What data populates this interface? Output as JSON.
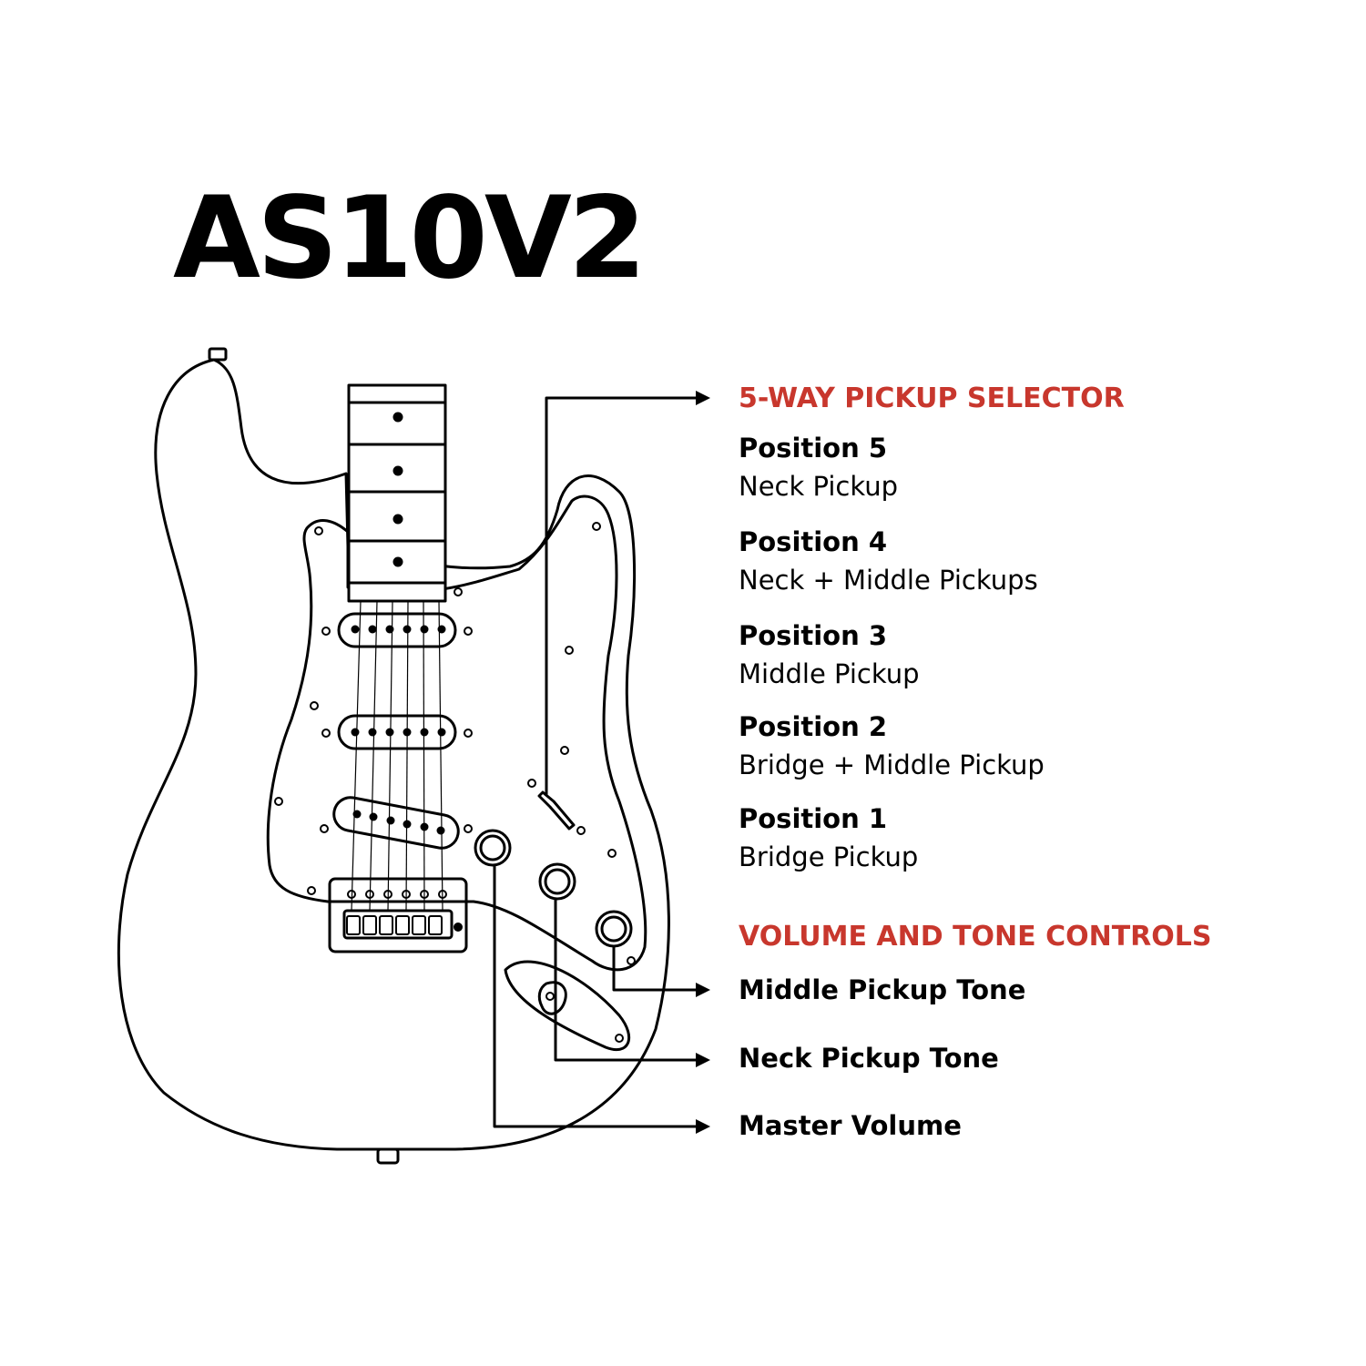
{
  "title": "AS10V2",
  "selector": {
    "heading": "5-WAY PICKUP SELECTOR",
    "positions": [
      {
        "title": "Position 5",
        "desc": "Neck Pickup"
      },
      {
        "title": "Position 4",
        "desc": "Neck + Middle Pickups"
      },
      {
        "title": "Position 3",
        "desc": "Middle Pickup"
      },
      {
        "title": "Position 2",
        "desc": "Bridge + Middle Pickup"
      },
      {
        "title": "Position 1",
        "desc": "Bridge Pickup"
      }
    ]
  },
  "controls": {
    "heading": "VOLUME AND TONE CONTROLS",
    "items": [
      {
        "label": "Middle Pickup Tone"
      },
      {
        "label": "Neck Pickup Tone"
      },
      {
        "label": "Master Volume"
      }
    ]
  },
  "colors": {
    "accent": "#c8372d",
    "line": "#000000",
    "background": "#ffffff"
  }
}
